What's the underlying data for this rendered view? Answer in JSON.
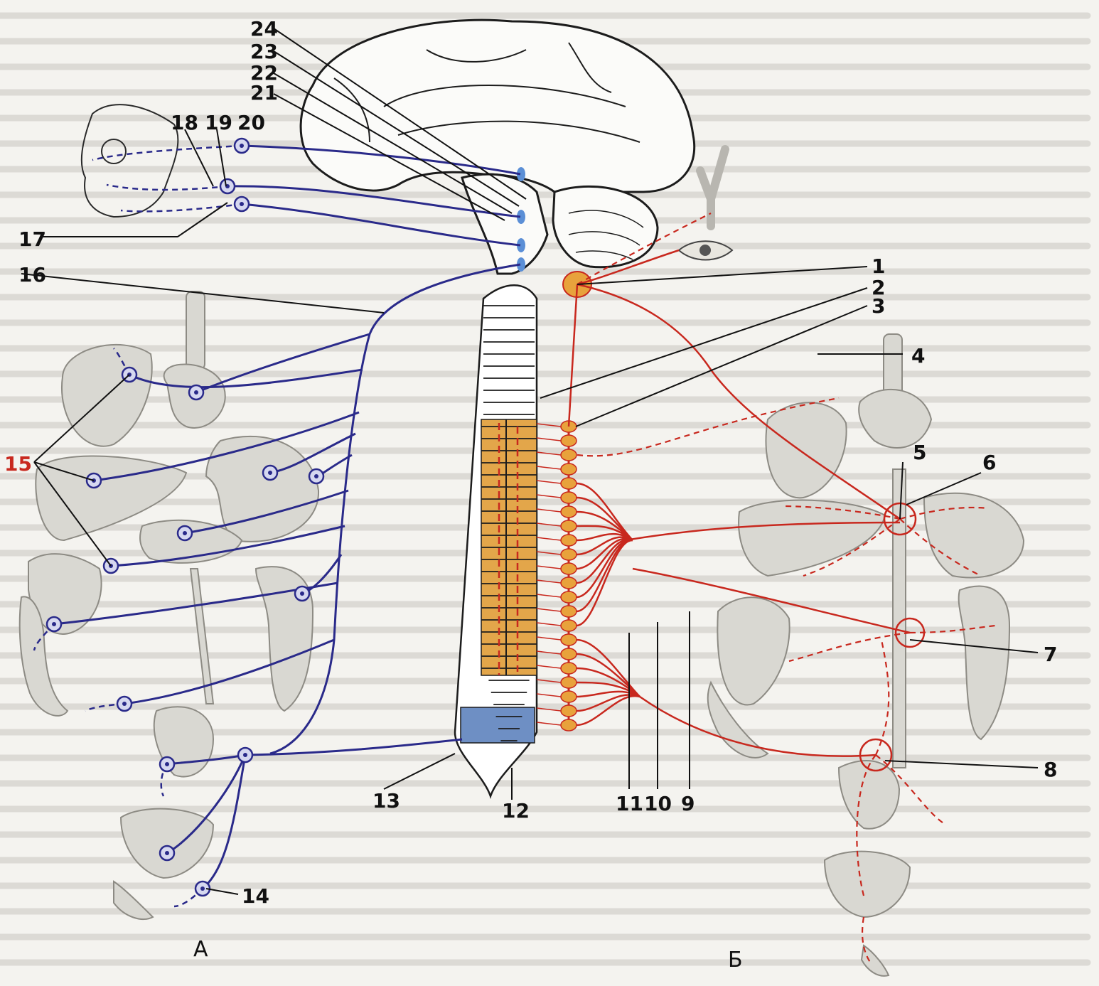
{
  "colors": {
    "parasympathetic": "#2a2a8a",
    "sympathetic": "#c8281e",
    "ganglion_fill": "#e8a23c",
    "spinal_segment_fill": "#e3a64a",
    "sacral_fill": "#6e8fc4",
    "background": "#f4f3ef",
    "organ_fill": "#d9d8d2",
    "outline": "#2a2a2a",
    "leader_line": "#111111",
    "background_text": "#b9b7b0"
  },
  "labels": {
    "n1": "1",
    "n2": "2",
    "n3": "3",
    "n4": "4",
    "n5": "5",
    "n6": "6",
    "n7": "7",
    "n8": "8",
    "n9": "9",
    "n10": "10",
    "n11": "11",
    "n12": "12",
    "n13": "13",
    "n14": "14",
    "n15": "15",
    "n16": "16",
    "n17": "17",
    "n18": "18",
    "n19": "19",
    "n20": "20",
    "n21": "21",
    "n22": "22",
    "n23": "23",
    "n24": "24"
  },
  "panels": {
    "left": "А",
    "right": "Б"
  },
  "icons": {
    "brain": "brain-icon",
    "eye": "eye-icon",
    "spinal_cord": "spinal-cord-icon",
    "sympathetic_chain": "sympathetic-trunk-icon"
  }
}
